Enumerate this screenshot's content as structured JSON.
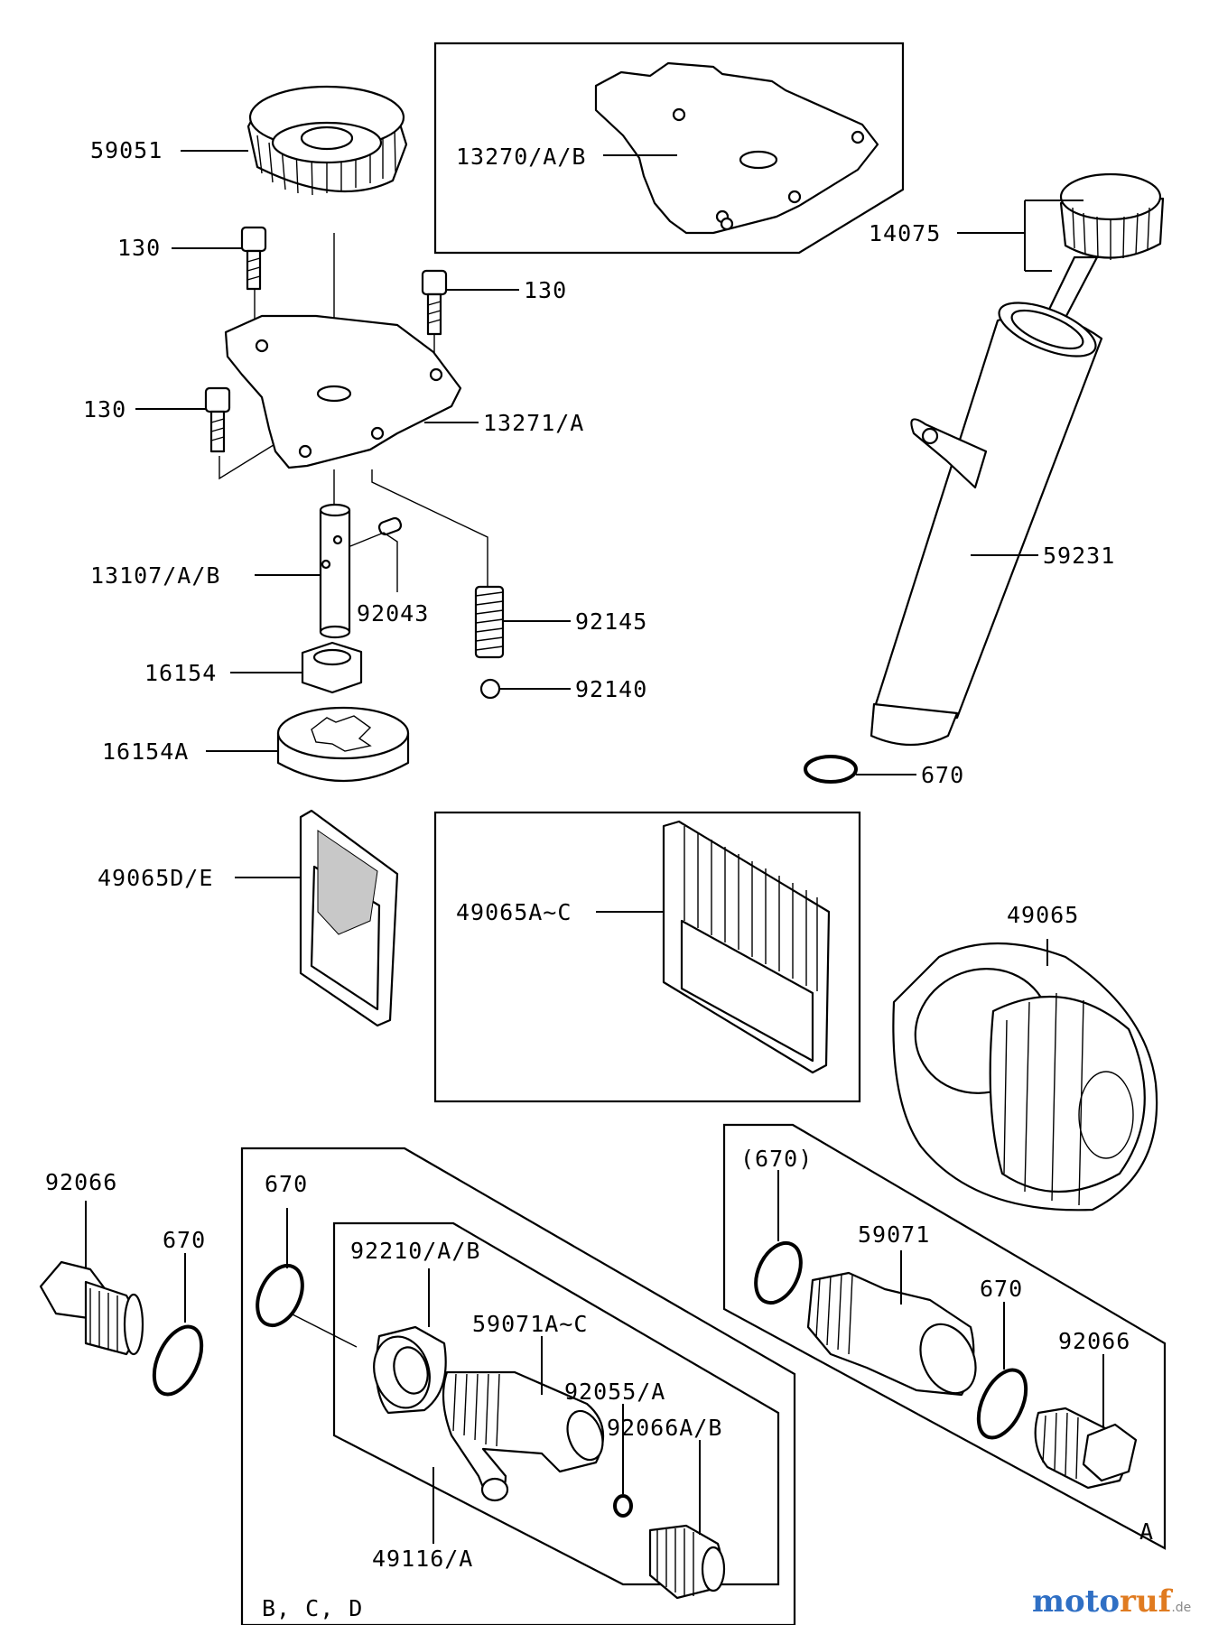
{
  "labels": {
    "l59051": "59051",
    "l13270": "13270/A/B",
    "l14075": "14075",
    "l130a": "130",
    "l130b": "130",
    "l130c": "130",
    "l13271": "13271/A",
    "l59231": "59231",
    "l13107": "13107/A/B",
    "l92043": "92043",
    "l92145": "92145",
    "l16154": "16154",
    "l92140": "92140",
    "l16154A": "16154A",
    "l670a": "670",
    "l49065DE": "49065D/E",
    "l49065AC": "49065A~C",
    "l49065": "49065",
    "l92066a": "92066",
    "l670b": "670",
    "l670c": "670",
    "l92210": "92210/A/B",
    "l59071AC": "59071A~C",
    "l92055": "92055/A",
    "l92066AB": "92066A/B",
    "l49116": "49116/A",
    "lBCD": "B, C, D",
    "l670paren": "(670)",
    "l59071": "59071",
    "l670d": "670",
    "l92066b": "92066",
    "lA": "A"
  },
  "watermark": {
    "part1": "moto",
    "part2": "ruf",
    "suffix": ".de"
  },
  "colors": {
    "watermark_blue": "#2f6fc4",
    "watermark_orange": "#e07b20"
  }
}
